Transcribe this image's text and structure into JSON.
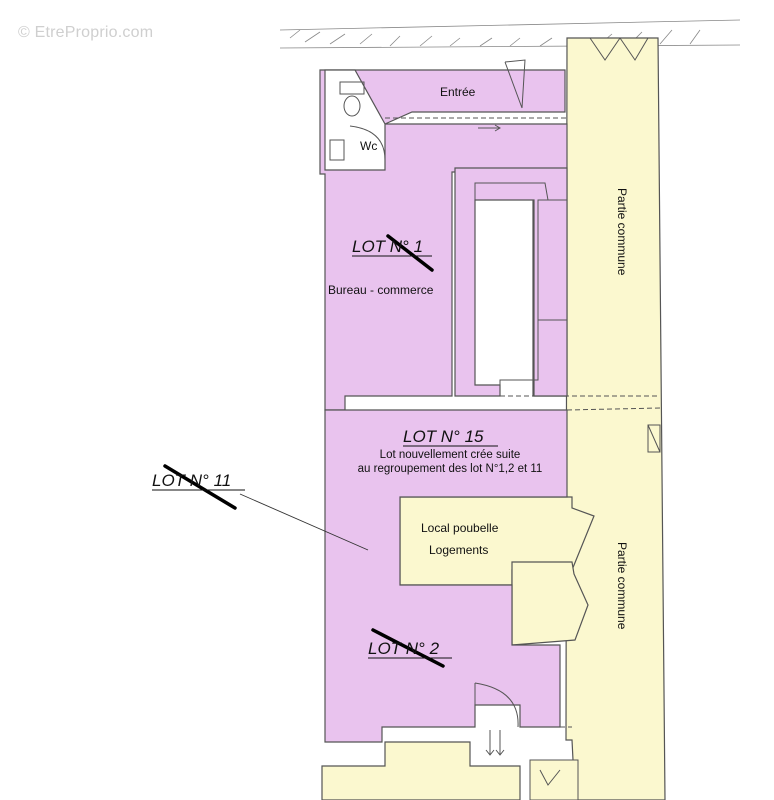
{
  "watermark": "© EtreProprio.com",
  "rooms": {
    "entree": "Entrée",
    "wc": "Wc",
    "bureau": "Bureau - commerce",
    "local_poubelle": "Local poubelle",
    "logements": "Logements",
    "partie_commune_top": "Partie commune",
    "partie_commune_bottom": "Partie commune"
  },
  "lots": {
    "lot1": "LOT N° 1",
    "lot15": "LOT N° 15",
    "lot15_desc_line1": "Lot nouvellement crée suite",
    "lot15_desc_line2": "au regroupement des lot N°1,2 et 11",
    "lot11": "LOT N° 11",
    "lot2": "LOT N° 2"
  },
  "colors": {
    "lot_fill": "#e9c3ee",
    "common_fill": "#fbf8cf",
    "wall": "#555555",
    "strike": "#000000"
  }
}
